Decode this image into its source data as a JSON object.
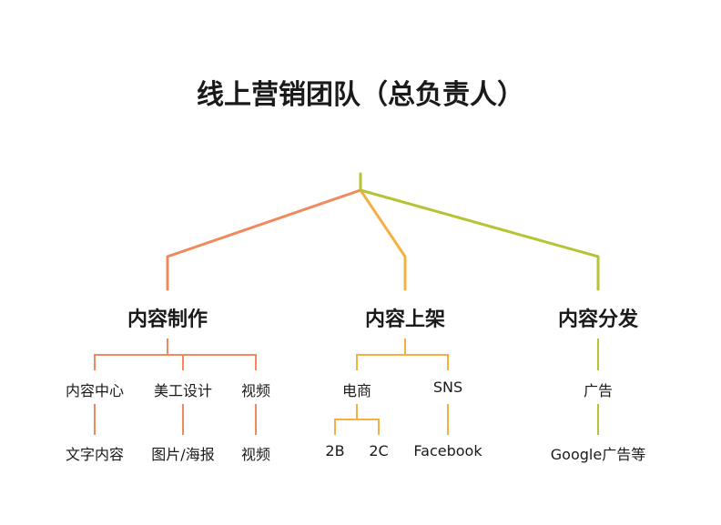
{
  "root": {
    "title": "线上营销团队（总负责人）"
  },
  "branches": [
    {
      "label": "内容制作",
      "color": "#f08a5d",
      "children": [
        {
          "label": "内容中心",
          "children": [
            "文字内容"
          ]
        },
        {
          "label": "美工设计",
          "children": [
            "图片/海报"
          ]
        },
        {
          "label": "视频",
          "children": [
            "视频"
          ]
        }
      ]
    },
    {
      "label": "内容上架",
      "color": "#f5b041",
      "children": [
        {
          "label": "电商",
          "children": [
            "2B",
            "2C"
          ]
        },
        {
          "label": "SNS",
          "children": [
            "Facebook"
          ]
        }
      ]
    },
    {
      "label": "内容分发",
      "color": "#b5c334",
      "children": [
        {
          "label": "广告",
          "children": [
            "Google广告等"
          ]
        }
      ]
    }
  ]
}
